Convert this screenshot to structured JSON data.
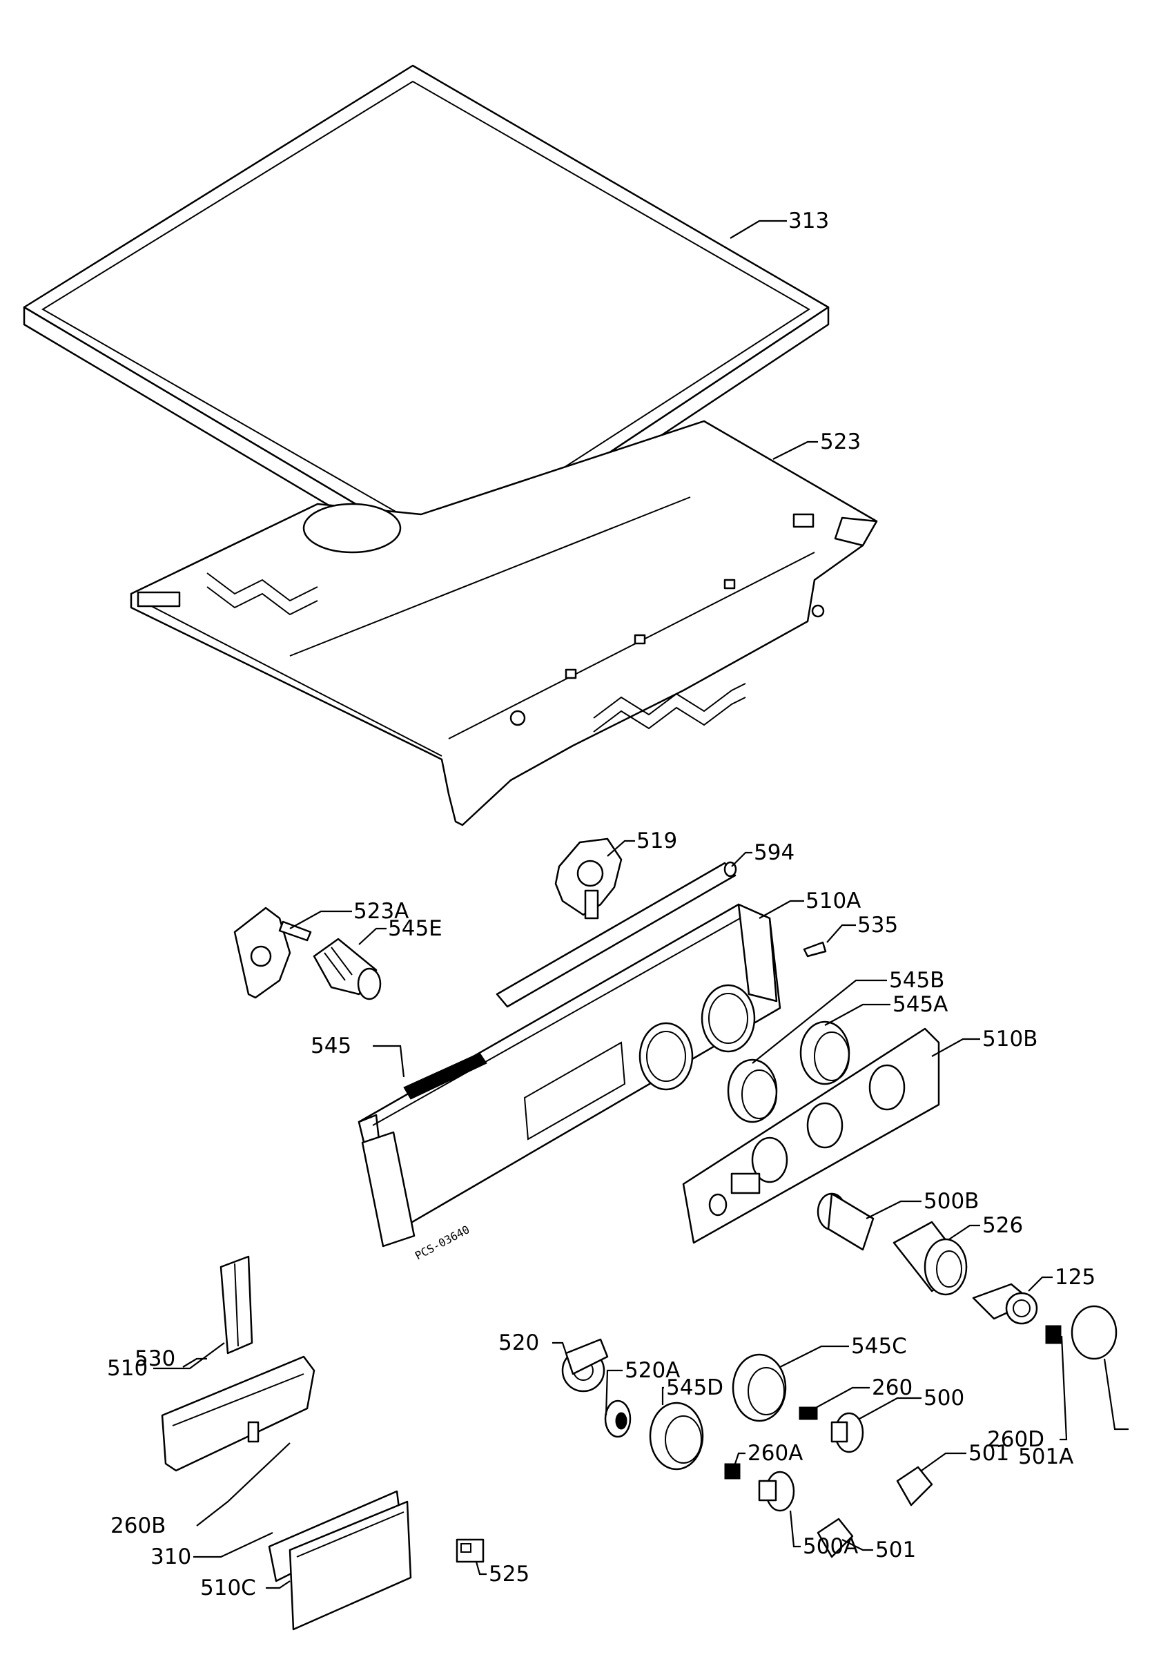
{
  "diagram": {
    "drawing_number": "PCS-03640",
    "callouts": [
      {
        "id": "c313",
        "text": "313"
      },
      {
        "id": "c523",
        "text": "523"
      },
      {
        "id": "c519",
        "text": "519"
      },
      {
        "id": "c594",
        "text": "594"
      },
      {
        "id": "c523a",
        "text": "523A"
      },
      {
        "id": "c545e",
        "text": "545E"
      },
      {
        "id": "c510a",
        "text": "510A"
      },
      {
        "id": "c535",
        "text": "535"
      },
      {
        "id": "c545b",
        "text": "545B"
      },
      {
        "id": "c545a",
        "text": "545A"
      },
      {
        "id": "c545",
        "text": "545"
      },
      {
        "id": "c510b",
        "text": "510B"
      },
      {
        "id": "c500b",
        "text": "500B"
      },
      {
        "id": "c526",
        "text": "526"
      },
      {
        "id": "c125",
        "text": "125"
      },
      {
        "id": "c510",
        "text": "510"
      },
      {
        "id": "c520",
        "text": "520"
      },
      {
        "id": "c520a",
        "text": "520A"
      },
      {
        "id": "c545d",
        "text": "545D"
      },
      {
        "id": "c545c",
        "text": "545C"
      },
      {
        "id": "c260",
        "text": "260"
      },
      {
        "id": "c500",
        "text": "500"
      },
      {
        "id": "c530",
        "text": "530"
      },
      {
        "id": "c260a",
        "text": "260A"
      },
      {
        "id": "c501",
        "text": "501"
      },
      {
        "id": "c260d",
        "text": "260D"
      },
      {
        "id": "c501a",
        "text": "501A"
      },
      {
        "id": "c501b",
        "text": "501"
      },
      {
        "id": "c260b",
        "text": "260B"
      },
      {
        "id": "c310",
        "text": "310"
      },
      {
        "id": "c500a",
        "text": "500A"
      },
      {
        "id": "c525",
        "text": "525"
      },
      {
        "id": "c510c",
        "text": "510C"
      }
    ]
  }
}
